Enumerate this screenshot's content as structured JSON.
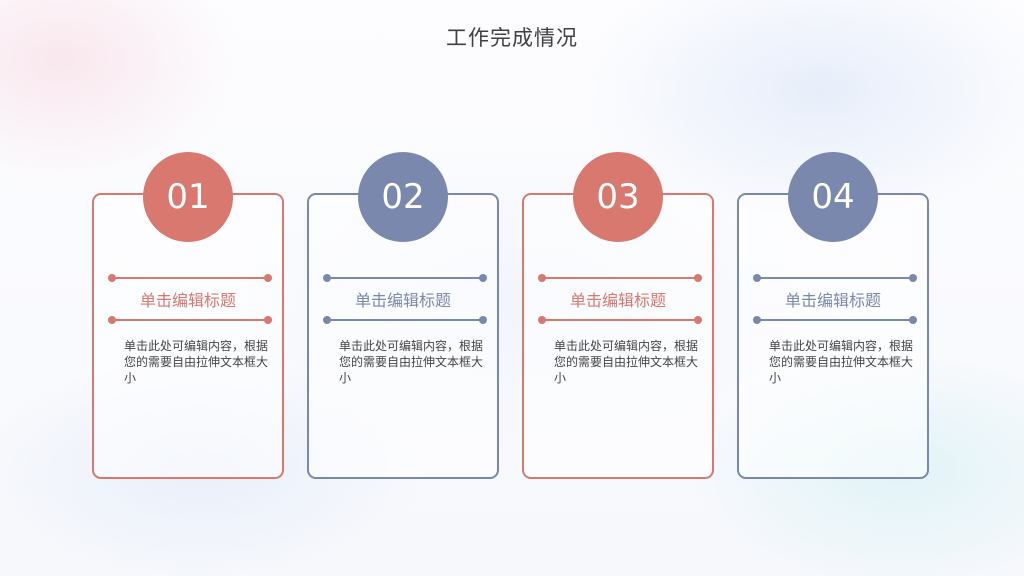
{
  "title": "工作完成情况",
  "colors": {
    "red": "#d8786f",
    "blue": "#7a88ad"
  },
  "cards": [
    {
      "number": "01",
      "heading": "单击编辑标题",
      "body": "单击此处可编辑内容，根据您的需要自由拉伸文本框大小"
    },
    {
      "number": "02",
      "heading": "单击编辑标题",
      "body": "单击此处可编辑内容，根据您的需要自由拉伸文本框大小"
    },
    {
      "number": "03",
      "heading": "单击编辑标题",
      "body": "单击此处可编辑内容，根据您的需要自由拉伸文本框大小"
    },
    {
      "number": "04",
      "heading": "单击编辑标题",
      "body": "单击此处可编辑内容，根据您的需要自由拉伸文本框大小"
    }
  ]
}
